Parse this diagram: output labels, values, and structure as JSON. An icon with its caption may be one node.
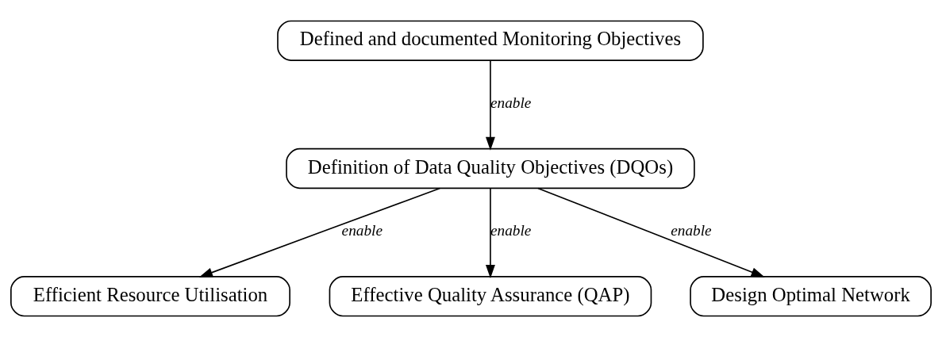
{
  "diagram": {
    "nodes": [
      {
        "text": [
          "Defined and documented Monitoring Objectives"
        ]
      },
      {
        "text": [
          "Definition of Data Quality Objectives (DQOs)"
        ]
      },
      {
        "text": [
          "Efficient Resource Utilisation"
        ]
      },
      {
        "text": [
          "Effective Quality Assurance (QAP)"
        ]
      },
      {
        "text": [
          "Design Optimal Network"
        ]
      }
    ],
    "edges": [
      {
        "from": 0,
        "to": 1,
        "arrow": "to",
        "label": "enable"
      },
      {
        "from": 1,
        "to": 2,
        "arrow": "to",
        "label": "enable"
      },
      {
        "from": 1,
        "to": 3,
        "arrow": "to",
        "label": "enable"
      },
      {
        "from": 1,
        "to": 4,
        "arrow": "to",
        "label": "enable"
      }
    ]
  }
}
